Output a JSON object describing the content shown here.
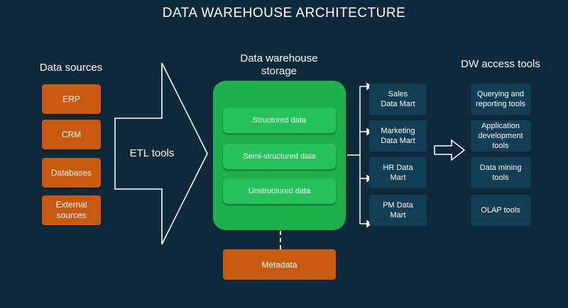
{
  "title": "DATA WAREHOUSE ARCHITECTURE",
  "sources": {
    "heading": "Data sources",
    "items": [
      "ERP",
      "CRM",
      "Databases",
      "External sources"
    ]
  },
  "etl": {
    "label": "ETL tools"
  },
  "storage": {
    "heading": "Data warehouse storage",
    "rows": [
      "Structured data",
      "Semi-structured data",
      "Unstructured data"
    ]
  },
  "metadata": {
    "label": "Metadata"
  },
  "marts": [
    "Sales Data Mart",
    "Marketing Data Mart",
    "HR Data Mart",
    "PM Data Mart"
  ],
  "tools": {
    "heading": "DW access tools",
    "items": [
      "Querying and reporting tools",
      "Application development tools",
      "Data mining tools",
      "OLAP tools"
    ]
  },
  "colors": {
    "background": "#0f2a3a",
    "source_box": "#c8590f",
    "storage": "#1fb14d",
    "mart_box": "#143e56"
  }
}
